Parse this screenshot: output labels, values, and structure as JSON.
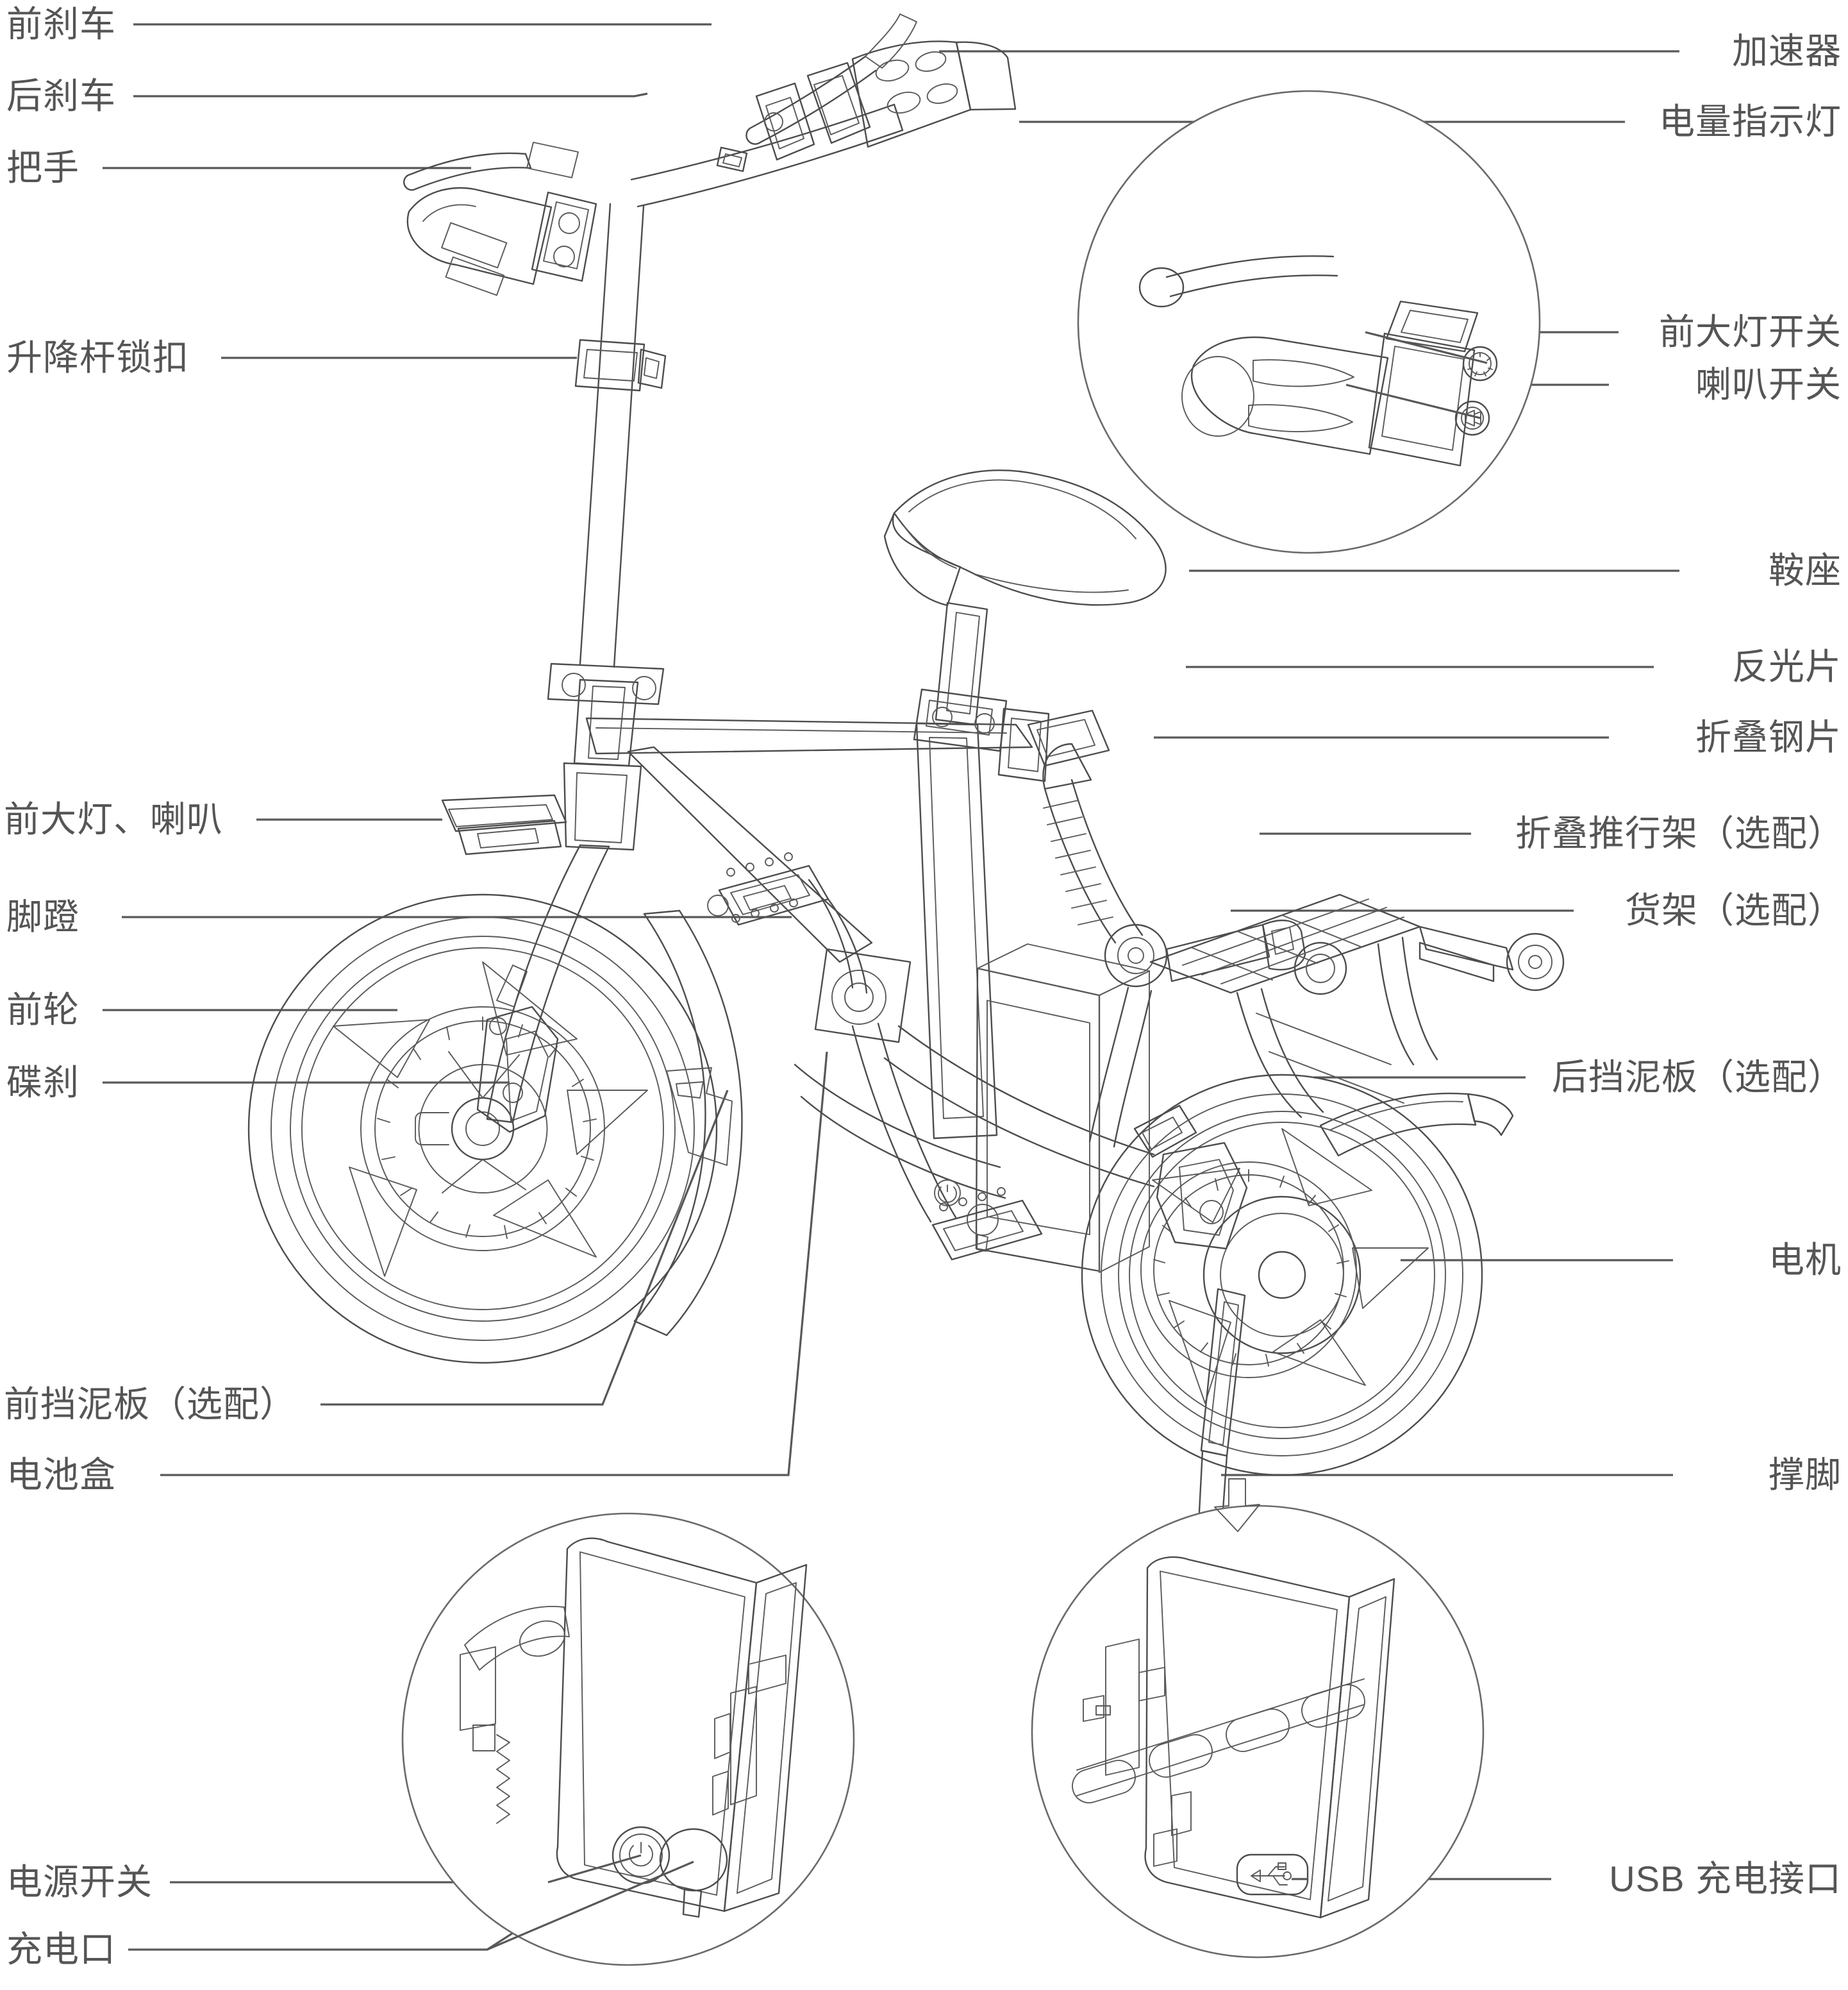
{
  "document": {
    "type": "technical-parts-diagram",
    "subject": "folding electric bicycle",
    "language": "zh-CN",
    "line_color": "#4d4d4d",
    "text_color": "#555555",
    "background_color": "#ffffff"
  },
  "labels_left": [
    {
      "id": "front-brake",
      "text": "前刹车"
    },
    {
      "id": "rear-brake",
      "text": "后刹车"
    },
    {
      "id": "handlebar-grip",
      "text": "把手"
    },
    {
      "id": "stem-lock",
      "text": "升降杆锁扣"
    },
    {
      "id": "headlight-horn",
      "text": "前大灯、喇叭"
    },
    {
      "id": "pedal",
      "text": "脚蹬"
    },
    {
      "id": "front-wheel",
      "text": "前轮"
    },
    {
      "id": "disc-brake",
      "text": "碟刹"
    },
    {
      "id": "front-fender",
      "text": "前挡泥板（选配）"
    },
    {
      "id": "battery-box",
      "text": "电池盒"
    },
    {
      "id": "power-switch",
      "text": "电源开关"
    },
    {
      "id": "charging-port",
      "text": "充电口"
    }
  ],
  "labels_right": [
    {
      "id": "throttle",
      "text": "加速器"
    },
    {
      "id": "battery-indicator",
      "text": "电量指示灯"
    },
    {
      "id": "headlight-switch",
      "text": "前大灯开关"
    },
    {
      "id": "horn-switch",
      "text": "喇叭开关"
    },
    {
      "id": "saddle",
      "text": "鞍座"
    },
    {
      "id": "reflector",
      "text": "反光片"
    },
    {
      "id": "folding-steel-plate",
      "text": "折叠钢片"
    },
    {
      "id": "push-rack",
      "text": "折叠推行架（选配）"
    },
    {
      "id": "cargo-rack",
      "text": "货架（选配）"
    },
    {
      "id": "rear-fender",
      "text": "后挡泥板（选配）"
    },
    {
      "id": "motor",
      "text": "电机"
    },
    {
      "id": "kickstand",
      "text": "撑脚"
    },
    {
      "id": "usb-port",
      "text": "USB 充电接口"
    }
  ],
  "callouts": [
    {
      "id": "grip-switches-detail",
      "description": "左把手开关特写"
    },
    {
      "id": "battery-controls-detail",
      "description": "电池盒开关与充电口特写"
    },
    {
      "id": "usb-detail",
      "description": "USB 充电接口特写"
    }
  ],
  "icons": {
    "power": "power-icon",
    "usb": "usb-icon"
  }
}
